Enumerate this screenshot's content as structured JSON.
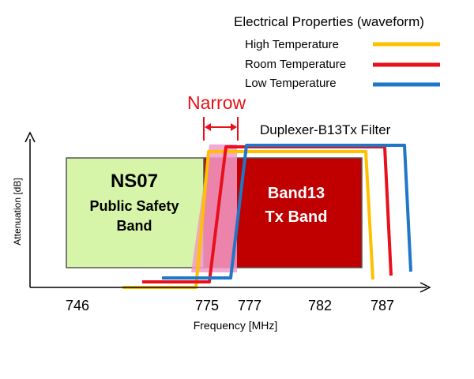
{
  "legend": {
    "title": "Electrical Properties (waveform)",
    "items": [
      {
        "label": "High Temperature",
        "color": "#FFC000"
      },
      {
        "label": "Room Temperature",
        "color": "#E8101A"
      },
      {
        "label": "Low Temperature",
        "color": "#1F77C8"
      }
    ]
  },
  "annotation": {
    "narrow_label": "Narrow",
    "narrow_color": "#E8101A",
    "filter_label": "Duplexer-B13Tx Filter"
  },
  "bands": {
    "ns07": {
      "line1": "NS07",
      "line2": "Public Safety",
      "line3": "Band",
      "fill": "#D6F5A8"
    },
    "band13": {
      "line1": "Band13",
      "line2": "Tx Band",
      "fill": "#C00000"
    },
    "guard_fill": "#F29AC8"
  },
  "axes": {
    "ylabel": "Attenuation [dB]",
    "xlabel": "Frequency [MHz]",
    "ticks": [
      "746",
      "775",
      "777",
      "782",
      "787"
    ]
  }
}
